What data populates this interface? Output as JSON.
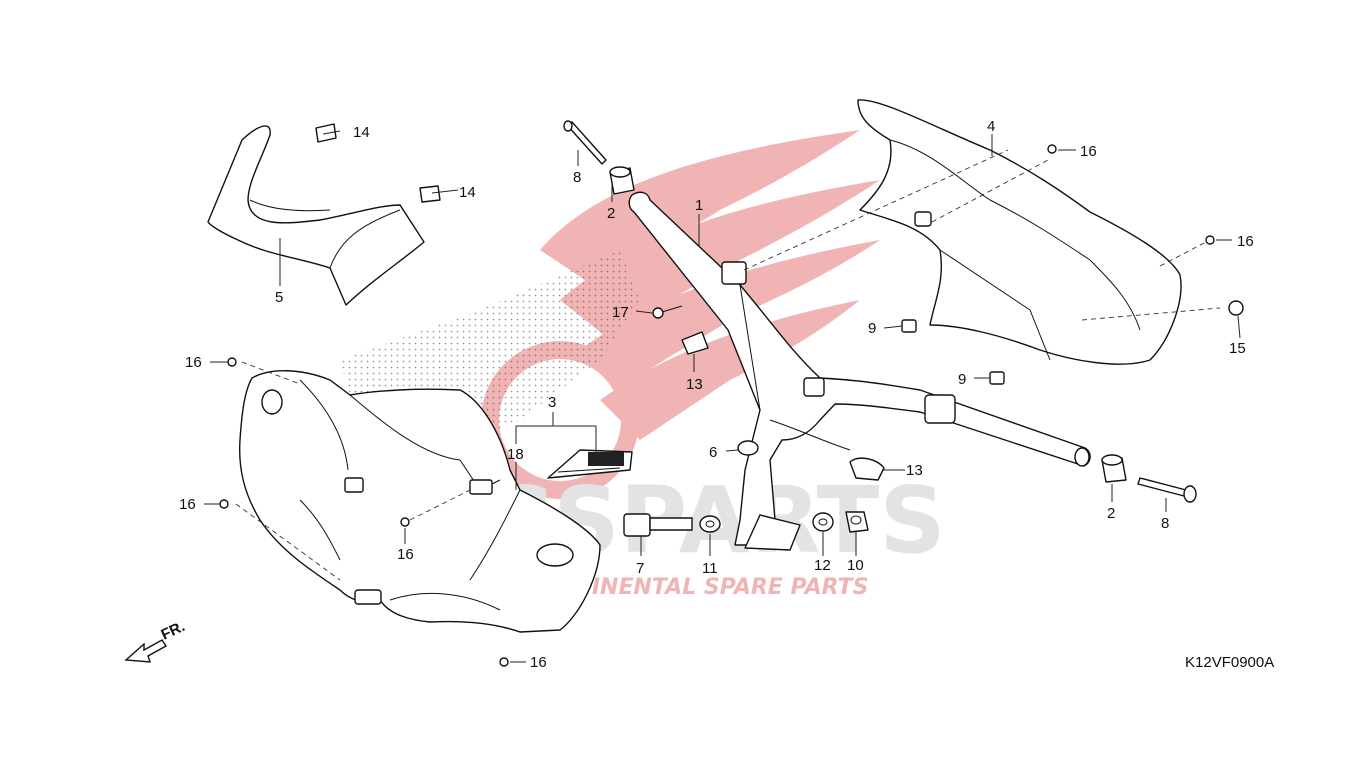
{
  "diagram": {
    "code": "K12VF0900A",
    "front_label": "FR.",
    "watermark": {
      "brand": "ICSPARTS",
      "tagline": "INTERCONTINENTAL SPARE PARTS",
      "color": "#d92b2b"
    },
    "callouts": {
      "c1": "1",
      "c2a": "2",
      "c2b": "2",
      "c3": "3",
      "c4": "4",
      "c5": "5",
      "c6": "6",
      "c7": "7",
      "c8a": "8",
      "c8b": "8",
      "c9a": "9",
      "c9b": "9",
      "c10": "10",
      "c11": "11",
      "c12": "12",
      "c13a": "13",
      "c13b": "13",
      "c14a": "14",
      "c14b": "14",
      "c15": "15",
      "c16a": "16",
      "c16b": "16",
      "c16c": "16",
      "c16d": "16",
      "c16e": "16",
      "c16f": "16",
      "c17": "17",
      "c18": "18"
    }
  }
}
